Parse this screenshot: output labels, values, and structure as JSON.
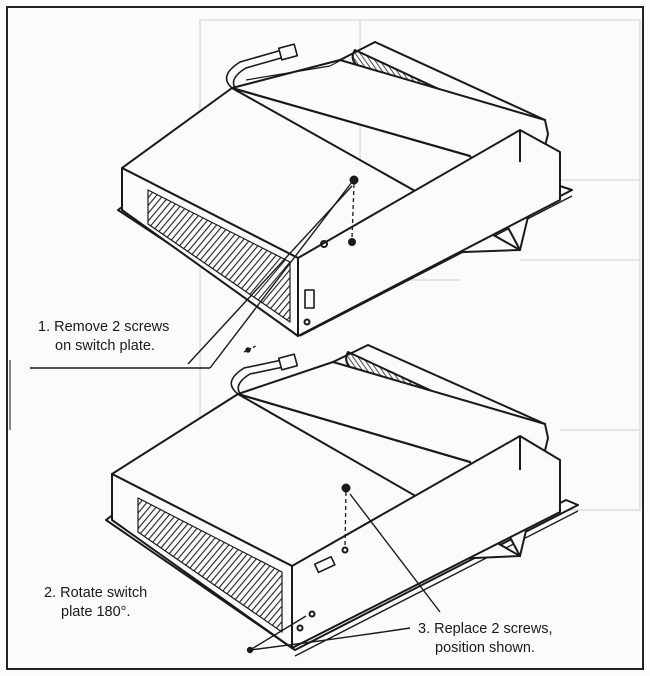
{
  "steps": [
    {
      "number": "1.",
      "lines": [
        "Remove 2 screws",
        "on switch plate."
      ]
    },
    {
      "number": "2.",
      "lines": [
        "Rotate switch",
        "plate 180°."
      ]
    },
    {
      "number": "3.",
      "lines": [
        "Replace 2 screws,",
        "position shown."
      ]
    }
  ],
  "colors": {
    "ink": "#1a1a1a",
    "paper": "#fbfbf9",
    "ghost": "#d6d6d2"
  }
}
